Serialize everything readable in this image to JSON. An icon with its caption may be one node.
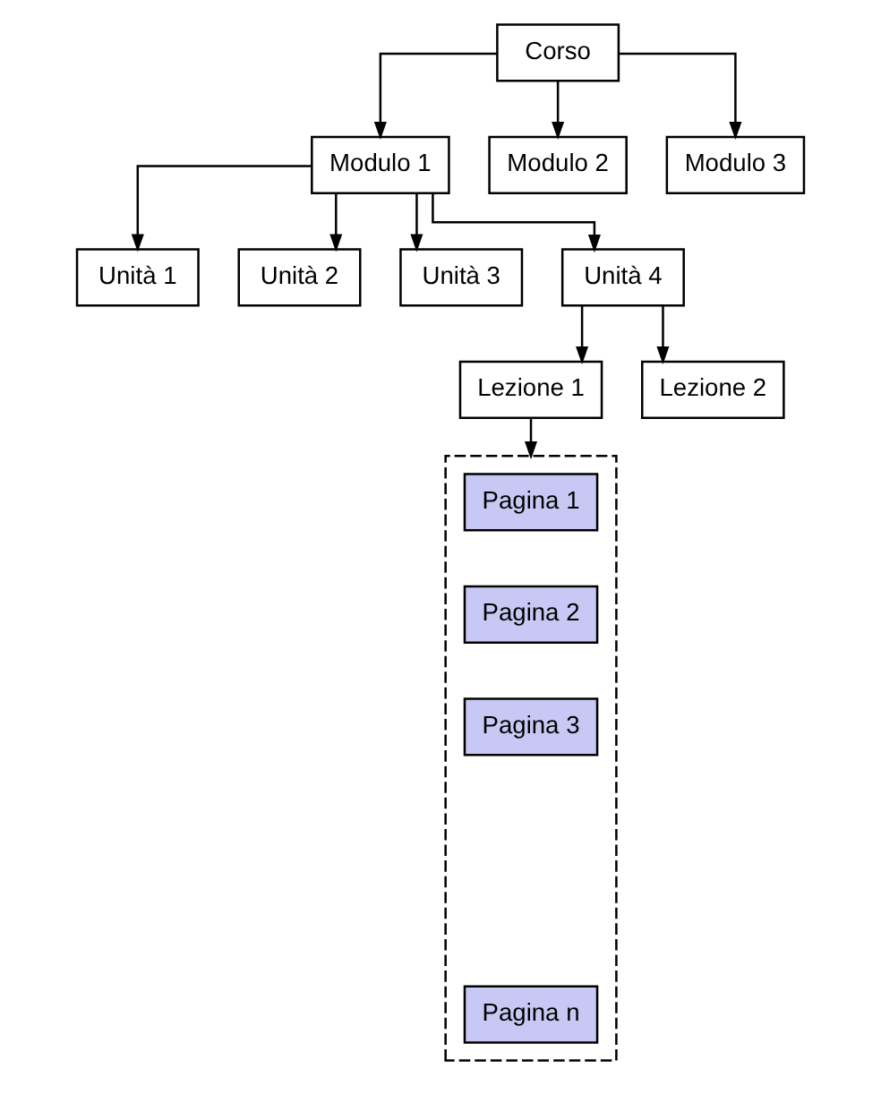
{
  "diagram": {
    "nodes": [
      {
        "text": [
          "Corso"
        ]
      },
      {
        "text": [
          "Modulo 1"
        ]
      },
      {
        "text": [
          "Modulo 2"
        ]
      },
      {
        "text": [
          "Modulo 3"
        ]
      },
      {
        "text": [
          "Unità 1"
        ]
      },
      {
        "text": [
          "Unità 2"
        ]
      },
      {
        "text": [
          "Unità 3"
        ]
      },
      {
        "text": [
          "Unità 4"
        ]
      },
      {
        "text": [
          "Lezione 1"
        ]
      },
      {
        "text": [
          "Lezione 2"
        ]
      },
      {
        "text": [],
        "shape": "box"
      },
      {
        "text": [
          "Pagina 1"
        ],
        "in": 10
      },
      {
        "text": [
          "Pagina 2"
        ],
        "in": 10
      },
      {
        "text": [
          "Pagina 3"
        ],
        "in": 10
      },
      {
        "text": [
          "Pagina n"
        ],
        "in": 10
      }
    ],
    "edges": [
      {
        "from": 0,
        "to": 1,
        "arrow": "to"
      },
      {
        "from": 0,
        "to": 2,
        "arrow": "to"
      },
      {
        "from": 0,
        "to": 3,
        "arrow": "to"
      },
      {
        "from": 1,
        "to": 4,
        "arrow": "to"
      },
      {
        "from": 1,
        "to": 5,
        "arrow": "to"
      },
      {
        "from": 1,
        "to": 6,
        "arrow": "to"
      },
      {
        "from": 1,
        "to": 7,
        "arrow": "to"
      },
      {
        "from": 7,
        "to": 8,
        "arrow": "to"
      },
      {
        "from": 7,
        "to": 9,
        "arrow": "to"
      },
      {
        "from": 8,
        "to": 10,
        "arrow": "to"
      }
    ]
  }
}
